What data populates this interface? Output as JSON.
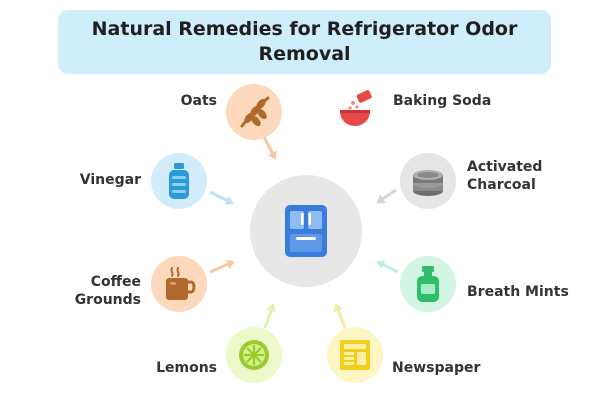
{
  "title": "Natural Remedies for Refrigerator Odor Removal",
  "center": {
    "icon": "refrigerator-icon",
    "color": "#3b7ddd"
  },
  "remedies": [
    {
      "label": "Oats",
      "icon": "oats-icon",
      "bg": "#fcd9bd"
    },
    {
      "label": "Baking Soda",
      "icon": "baking-soda-icon",
      "bg": "#ffffff"
    },
    {
      "label": "Vinegar",
      "icon": "vinegar-bottle-icon",
      "bg": "#d3ecfb"
    },
    {
      "label": "Activated Charcoal",
      "icon": "charcoal-icon",
      "bg": "#e5e5e5"
    },
    {
      "label": "Coffee Grounds",
      "icon": "coffee-icon",
      "bg": "#fcd9bd"
    },
    {
      "label": "Breath Mints",
      "icon": "breath-mints-icon",
      "bg": "#d3f5e4"
    },
    {
      "label": "Lemons",
      "icon": "lemon-icon",
      "bg": "#edf9c9"
    },
    {
      "label": "Newspaper",
      "icon": "newspaper-icon",
      "bg": "#fdf5c4"
    }
  ],
  "arrow_color": "#bfe3f4"
}
